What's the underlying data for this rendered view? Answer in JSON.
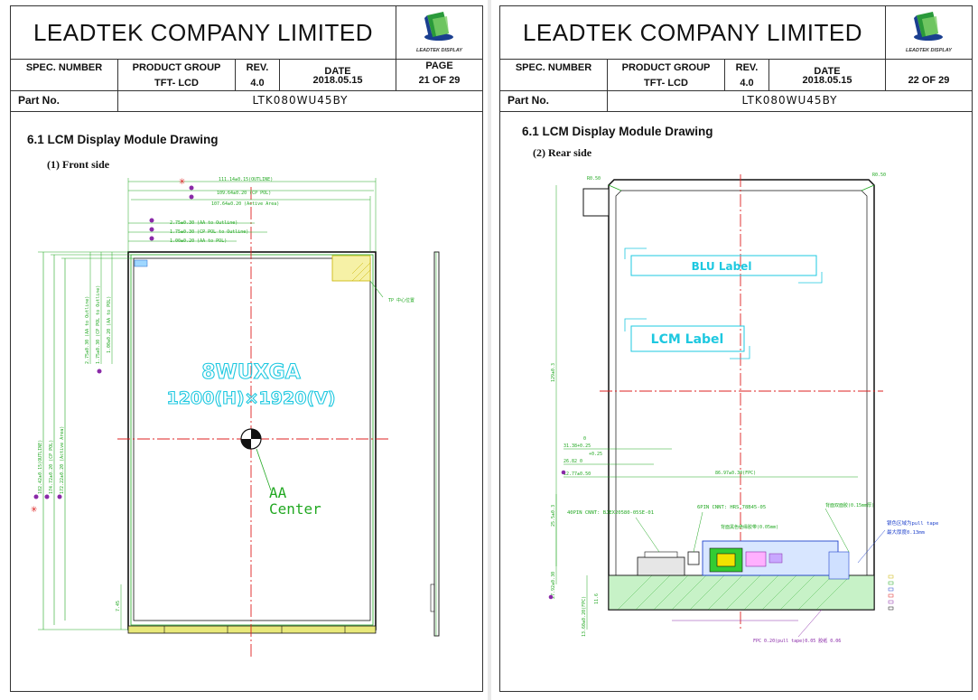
{
  "pages": [
    {
      "company": "LEADTEK COMPANY LIMITED",
      "logo_text": "LEADTEK DISPLAY",
      "spec_number_label": "SPEC. NUMBER",
      "product_group_label": "PRODUCT GROUP",
      "product_group_value": "TFT- LCD",
      "rev_label": "REV.",
      "rev_value": "4.0",
      "date_label": "DATE",
      "date_value": "2018.05.15",
      "page_label": "PAGE",
      "page_value": "21  OF  29",
      "part_no_label": "Part No.",
      "part_no_value": "LTK080WU45BY",
      "section_title": "6.1 LCM Display Module Drawing",
      "subtitle": "(1) Front side",
      "drawing": {
        "resolution_name": "8WUXGA",
        "resolution": "1200(H)×1920(V)",
        "aa_center_1": "AA",
        "aa_center_2": "Center",
        "dim_outline_w": "111.14±0.15(OUTLINE)",
        "dim_cp_pol_w": "109.64±0.20 (CP POL)",
        "dim_active_w": "107.64±0.20 (Active Area)",
        "dim_aa_outline": "2.75±0.30 (AA to Outline)",
        "dim_cp_outline": "1.75±0.30 (CP POL to Outline)",
        "dim_aa_pol": "1.00±0.20 (AA to POL)",
        "dim_outline_h": "182.42±0.15(OUTLINE)",
        "dim_cp_pol_h": "174.72±0.20 (CP POL)",
        "dim_active_h": "172.22±0.20 (Active Area)",
        "dim_v_aa_outline": "2.75±0.30 (AA to Outline)",
        "dim_v_cp_outline": "1.75±0.30 (CP POL to Outline)",
        "dim_v_aa_pol": "1.00±0.20 (AA to POL)",
        "dim_bottom": "7.45",
        "note_marker": "TP 中心位置"
      }
    },
    {
      "company": "LEADTEK COMPANY LIMITED",
      "logo_text": "LEADTEK DISPLAY",
      "spec_number_label": "SPEC. NUMBER",
      "product_group_label": "PRODUCT GROUP",
      "product_group_value": "TFT- LCD",
      "rev_label": "REV.",
      "rev_value": "4.0",
      "date_label": "DATE",
      "date_value": "2018.05.15",
      "page_value": "22  OF  29",
      "part_no_label": "Part No.",
      "part_no_value": "LTK080WU45BY",
      "section_title": "6.1 LCM Display Module Drawing",
      "subtitle": "(2) Rear side",
      "drawing": {
        "blu_label": "BLU Label",
        "lcm_label": "LCM  Label",
        "corner_left": "R0.50",
        "corner_right": "R0.50",
        "dim_v_main": "129±0.3",
        "dim_zero": "0",
        "dim_3138": "31.38+0.25",
        "dim_plus": "+0.25",
        "dim_2682": "26.82  0",
        "dim_1277": "12.77±0.50",
        "dim_fpc": "86.97±0.30(FPC)",
        "dim_v_2555": "25.5±0.3",
        "dim_v_2792": "27.92±0.30",
        "dim_v_1360": "13.60±0.20(FPC)",
        "dim_v_116": "11.6",
        "cnnt_40": "40PIN CNNT:  BJEX20580-05SE-01",
        "cnnt_6": "6PIN CNNT: HRS 78B45-05",
        "note_top_1": "背面黑色绝缘胶带(0.05mm)",
        "note_right_1": "背面双面胶(0.15mm厚)",
        "note_right_2": "银色区域为pull tape",
        "note_right_3": "最大厚度0.13mm",
        "note_bottom": "FPC 0.20(pull tape)0.05 胶纸 0.06"
      }
    }
  ]
}
